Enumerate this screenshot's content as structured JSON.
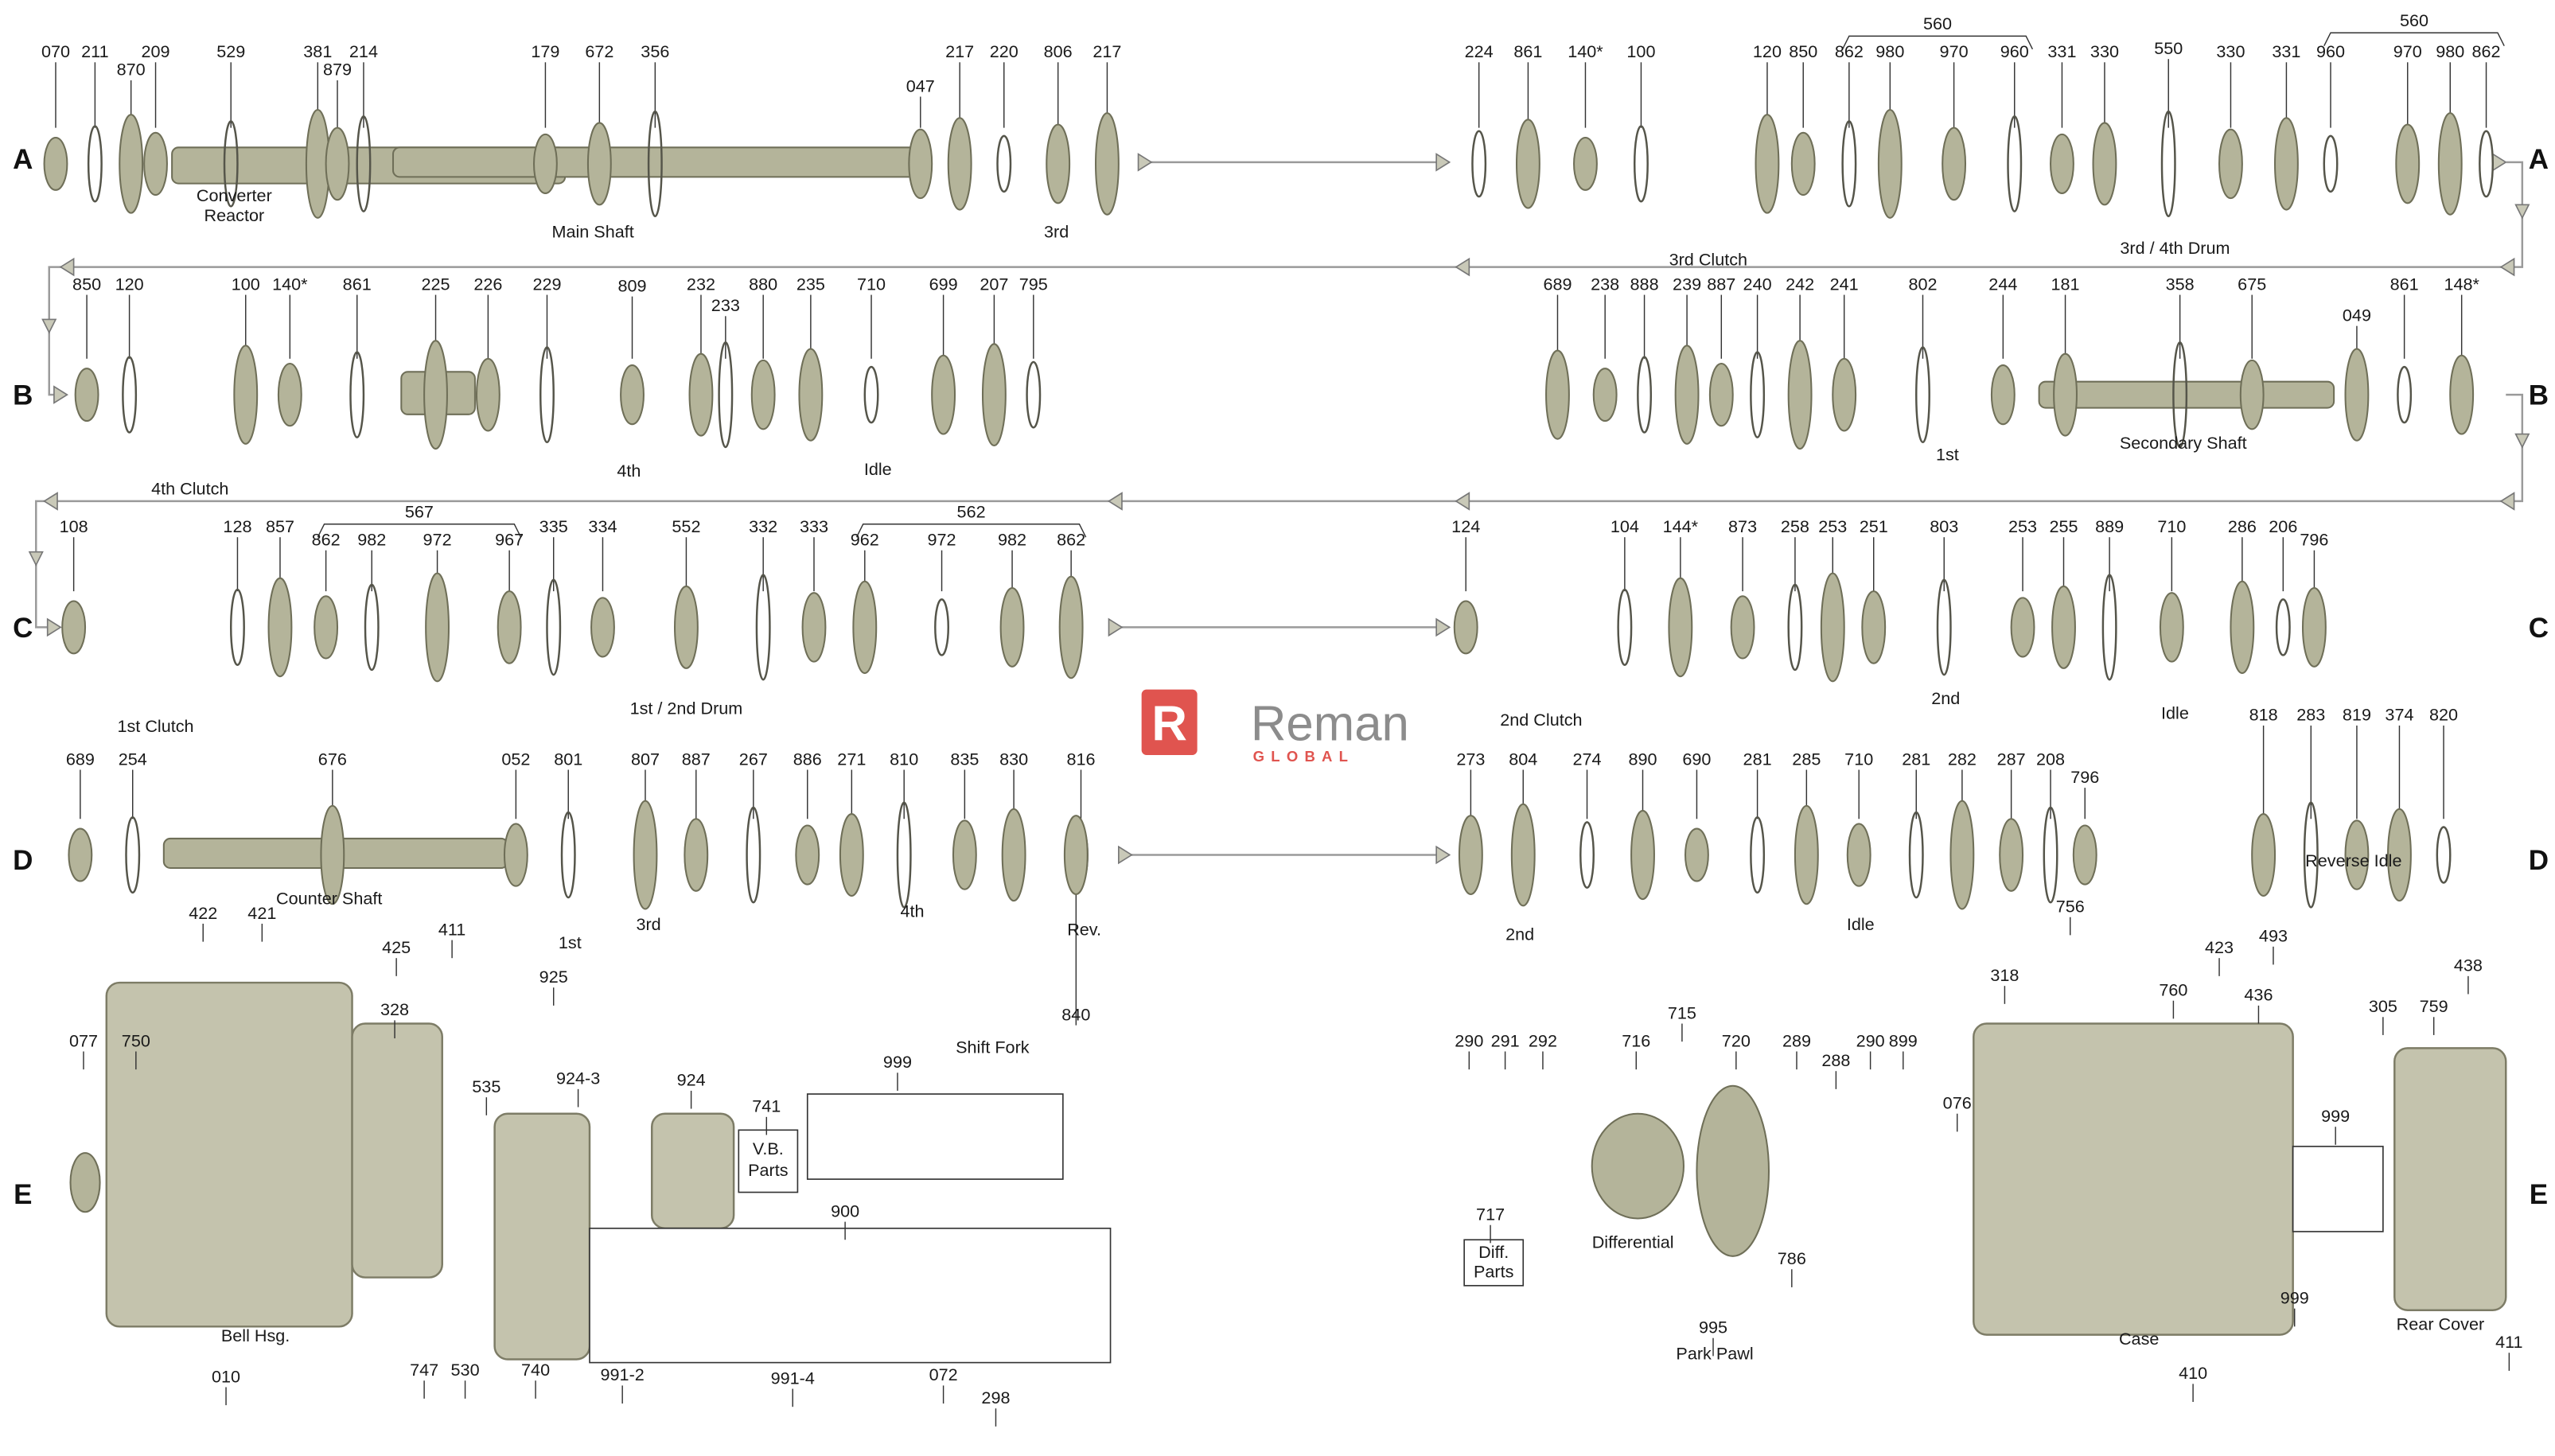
{
  "logo": {
    "name": "Reman",
    "sub": "GLOBAL",
    "accent": "#e0544f"
  },
  "section_letters": [
    "A",
    "B",
    "C",
    "D",
    "E"
  ],
  "rows": {
    "A": {
      "callouts": [
        "070",
        "211",
        "870",
        "209",
        "529",
        "381",
        "879",
        "214",
        "179",
        "672",
        "356",
        "047",
        "217",
        "220",
        "806",
        "217",
        "224",
        "861",
        "140*",
        "100",
        "120",
        "850",
        "862",
        "980",
        "970",
        "960",
        "331",
        "330",
        "550",
        "330",
        "331",
        "960",
        "970",
        "980",
        "862",
        "560",
        "560"
      ],
      "captions": [
        "Converter",
        "Reactor",
        "Main Shaft",
        "3rd",
        "3rd Clutch",
        "3rd / 4th Drum"
      ]
    },
    "B": {
      "callouts": [
        "850",
        "120",
        "100",
        "140*",
        "861",
        "225",
        "226",
        "229",
        "809",
        "232",
        "233",
        "880",
        "235",
        "710",
        "699",
        "207",
        "795",
        "689",
        "238",
        "888",
        "239",
        "887",
        "240",
        "242",
        "241",
        "802",
        "244",
        "181",
        "358",
        "675",
        "049",
        "861",
        "148*"
      ],
      "captions": [
        "4th Clutch",
        "4th",
        "Idle",
        "1st",
        "Secondary Shaft"
      ]
    },
    "C": {
      "callouts": [
        "108",
        "128",
        "857",
        "862",
        "982",
        "972",
        "967",
        "335",
        "334",
        "552",
        "332",
        "333",
        "962",
        "972",
        "982",
        "862",
        "567",
        "562",
        "124",
        "104",
        "144*",
        "873",
        "258",
        "253",
        "251",
        "803",
        "253",
        "255",
        "889",
        "710",
        "286",
        "206",
        "796"
      ],
      "captions": [
        "1st Clutch",
        "1st / 2nd Drum",
        "2nd Clutch",
        "2nd",
        "Idle"
      ]
    },
    "D": {
      "callouts": [
        "689",
        "254",
        "676",
        "052",
        "801",
        "807",
        "887",
        "267",
        "886",
        "271",
        "810",
        "835",
        "830",
        "816",
        "273",
        "804",
        "274",
        "890",
        "690",
        "281",
        "285",
        "710",
        "281",
        "282",
        "287",
        "208",
        "796",
        "818",
        "283",
        "819",
        "374",
        "820",
        "840"
      ],
      "captions": [
        "Counter Shaft",
        "1st",
        "3rd",
        "4th",
        "Rev.",
        "2nd",
        "Idle",
        "Reverse Idle",
        "Shift Fork"
      ]
    },
    "E": {
      "callouts": [
        "422",
        "421",
        "425",
        "328",
        "411",
        "925",
        "535",
        "924-3",
        "924",
        "741",
        "999",
        "077",
        "750",
        "010",
        "747",
        "530",
        "740",
        "900",
        "991-2",
        "991-4",
        "072",
        "298",
        "715",
        "290",
        "291",
        "292",
        "716",
        "720",
        "289",
        "288",
        "290",
        "899",
        "717",
        "786",
        "995",
        "756",
        "423",
        "318",
        "760",
        "436",
        "493",
        "438",
        "305",
        "759",
        "076",
        "999",
        "411",
        "999",
        "410"
      ],
      "captions": [
        "V.B.",
        "Parts",
        "Bell Hsg.",
        "Diff.",
        "Parts",
        "Differential",
        "Park Pawl",
        "Case",
        "Rear Cover"
      ]
    }
  }
}
